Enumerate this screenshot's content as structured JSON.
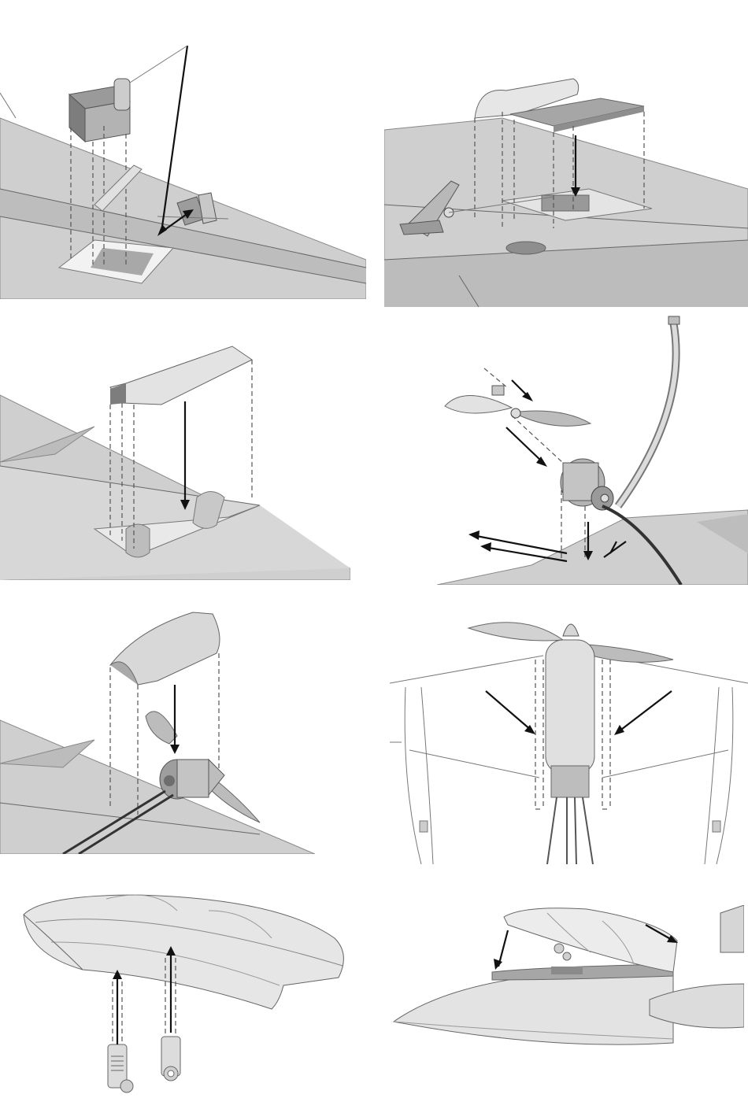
{
  "page": {
    "kind": "assembly-illustrations",
    "panels": [
      {
        "id": "p1",
        "name": "servo-into-wing-bay"
      },
      {
        "id": "p2",
        "name": "servo-cover-and-control-horn"
      },
      {
        "id": "p3",
        "name": "fairing-over-wing-slot"
      },
      {
        "id": "p4",
        "name": "propeller-motor-and-pushrod"
      },
      {
        "id": "p5",
        "name": "motor-cowl-install"
      },
      {
        "id": "p6",
        "name": "rear-view-motor-mount"
      },
      {
        "id": "p7",
        "name": "canopy-with-latches"
      },
      {
        "id": "p8",
        "name": "canopy-on-fuselage"
      }
    ]
  },
  "colors": {
    "surface_light": "#d9d9d9",
    "surface_mid": "#b5b5b5",
    "surface_dark": "#8a8a8a",
    "line": "#555555",
    "arrow": "#111111",
    "background": "#ffffff"
  }
}
